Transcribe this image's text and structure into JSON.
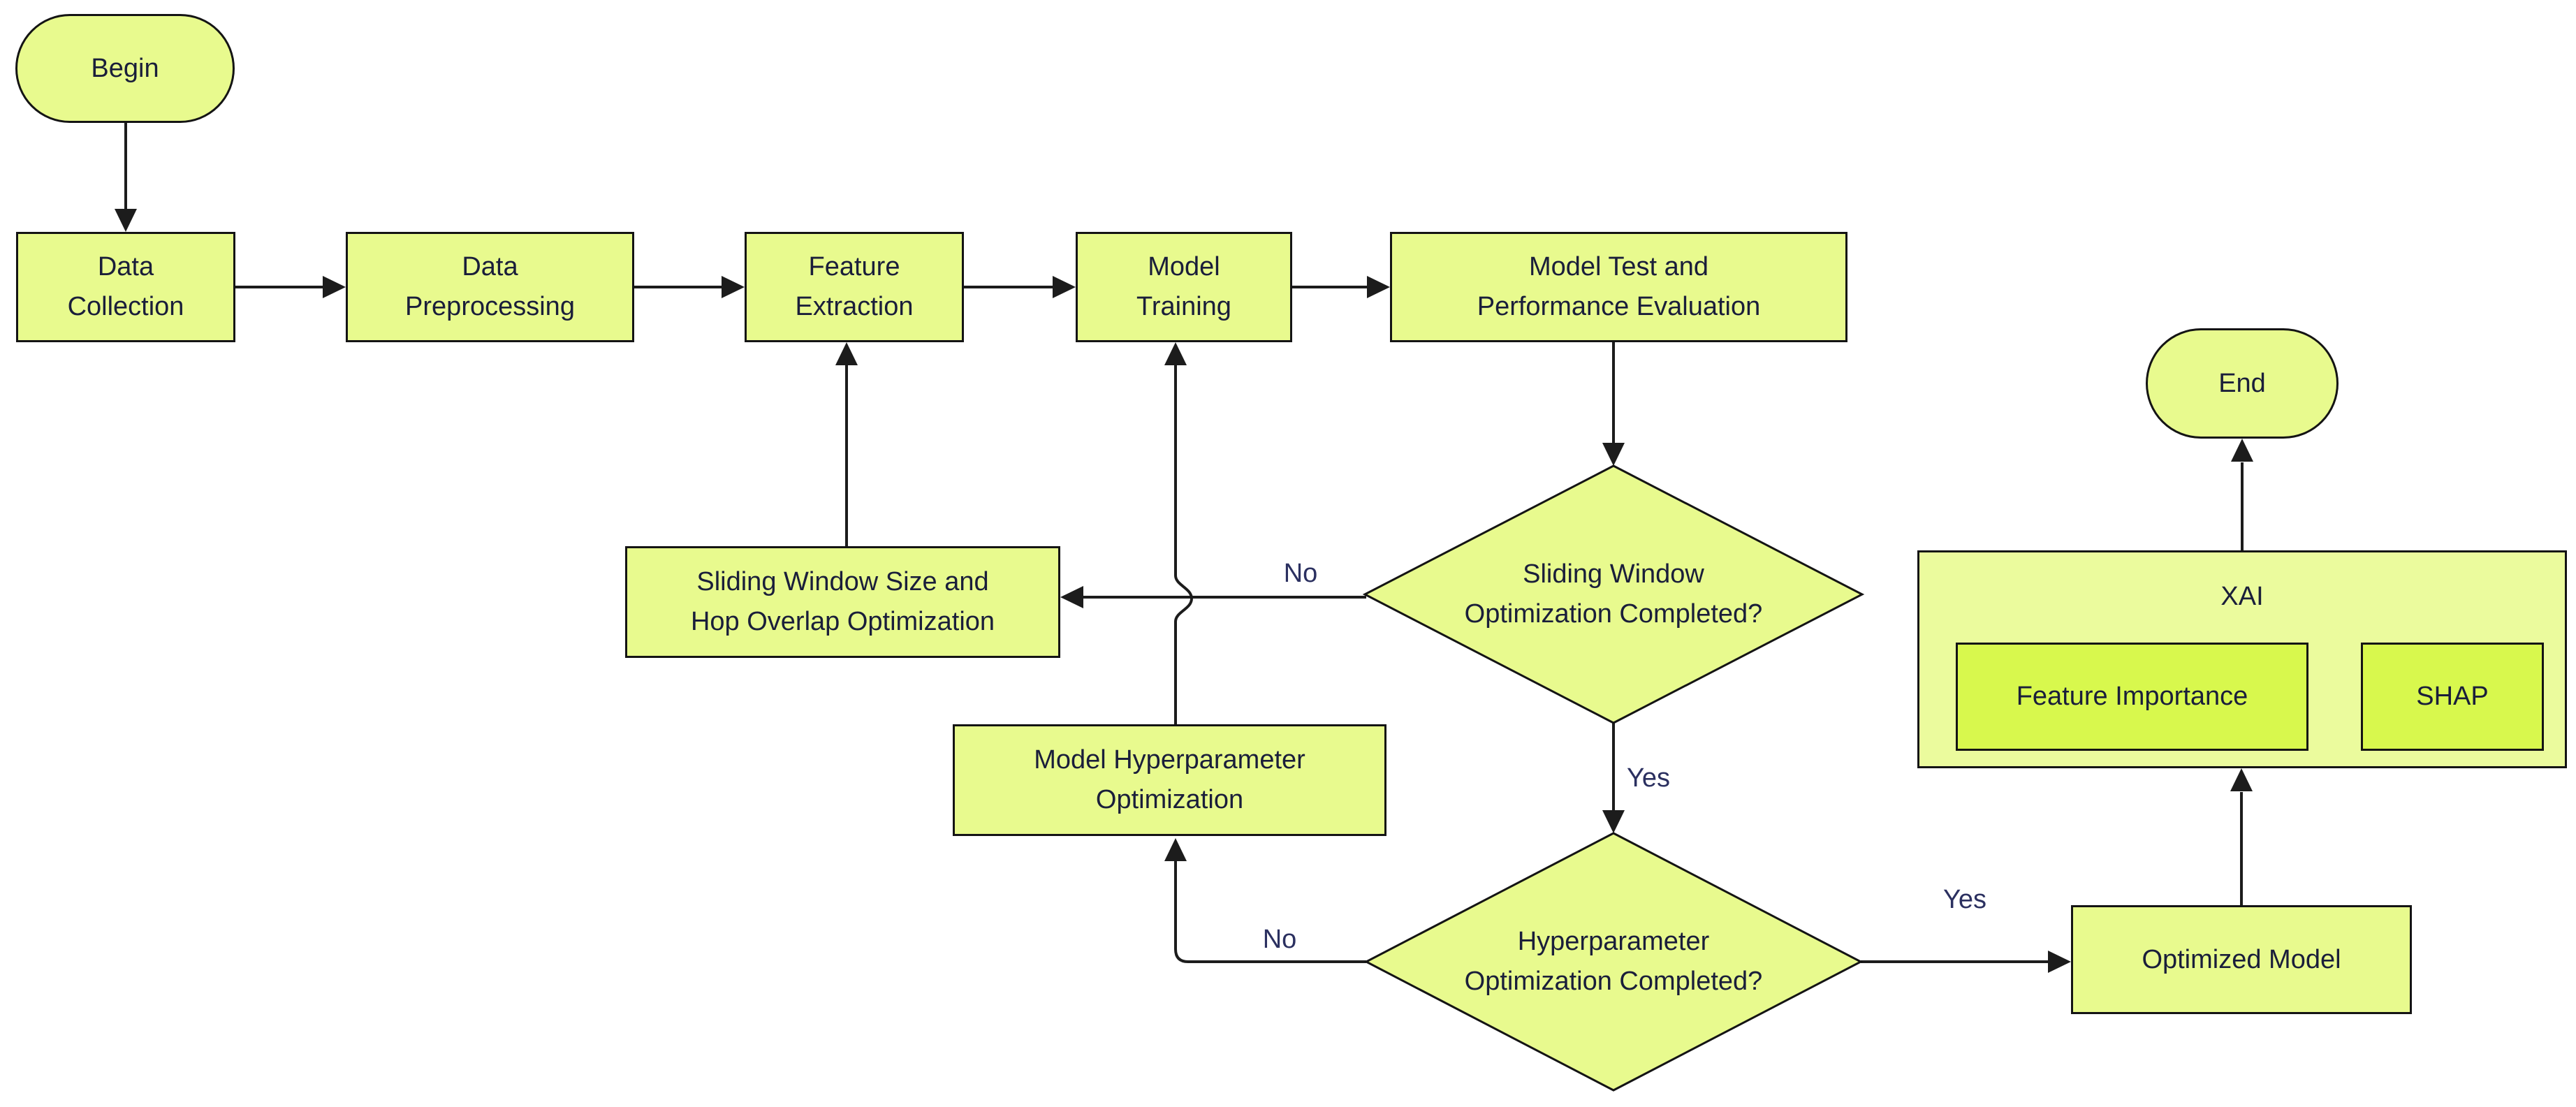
{
  "diagram": {
    "type": "flowchart",
    "nodes": {
      "begin": {
        "label": "Begin"
      },
      "data_collection": {
        "label": [
          "Data",
          "Collection"
        ]
      },
      "data_preprocessing": {
        "label": [
          "Data",
          "Preprocessing"
        ]
      },
      "feature_extraction": {
        "label": [
          "Feature",
          "Extraction"
        ]
      },
      "model_training": {
        "label": [
          "Model",
          "Training"
        ]
      },
      "model_test": {
        "label": [
          "Model Test and",
          "Performance Evaluation"
        ]
      },
      "sliding_window_decision": {
        "label": [
          "Sliding Window",
          "Optimization Completed?"
        ]
      },
      "sliding_window_optimization": {
        "label": [
          "Sliding Window Size and",
          "Hop Overlap Optimization"
        ]
      },
      "model_hyperparameter_optimization": {
        "label": [
          "Model Hyperparameter",
          "Optimization"
        ]
      },
      "hyperparameter_decision": {
        "label": [
          "Hyperparameter",
          "Optimization Completed?"
        ]
      },
      "optimized_model": {
        "label": "Optimized Model"
      },
      "xai_cluster": {
        "label": "XAI"
      },
      "feature_importance": {
        "label": "Feature Importance"
      },
      "shap": {
        "label": "SHAP"
      },
      "end": {
        "label": "End"
      }
    },
    "edge_labels": {
      "sliding_no": "No",
      "sliding_yes": "Yes",
      "hyper_no": "No",
      "hyper_yes": "Yes"
    },
    "colors": {
      "node_fill": "#E8FA8E",
      "inner_fill": "#D8F84D",
      "cluster_fill": "#EBFB9D",
      "border": "#141414",
      "line": "#1C1C1C",
      "text": "#1A1E3A",
      "label_text": "#2B3060"
    }
  }
}
